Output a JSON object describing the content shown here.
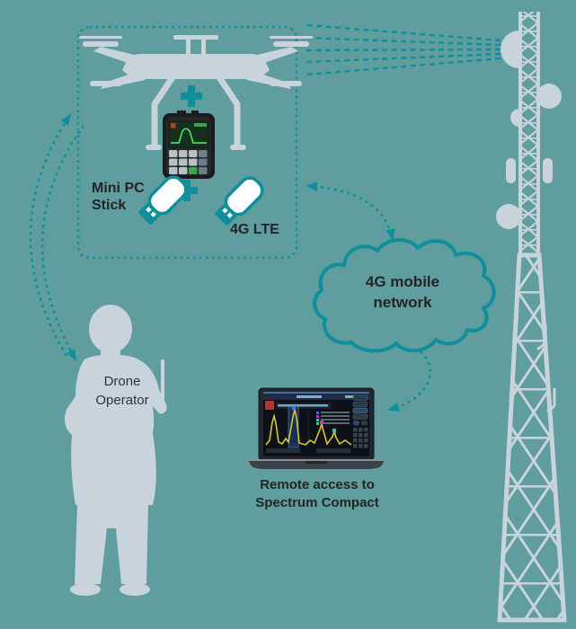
{
  "scene": {
    "drone_kit": {
      "mini_pc_stick_label": "Mini PC\nStick",
      "lte_label": "4G LTE"
    },
    "network_cloud": {
      "label": "4G mobile\nnetwork"
    },
    "operator": {
      "label": "Drone\nOperator"
    },
    "laptop": {
      "caption": "Remote access to\nSpectrum Compact"
    }
  },
  "icons": {
    "plus": "+",
    "drone": "hexacopter-drone",
    "spectrum_compact": "handheld-spectrum-analyzer",
    "usb_stick": "usb-dongle",
    "cell_tower": "lattice-cell-tower",
    "cloud": "network-cloud-outline",
    "person": "drone-operator-silhouette",
    "laptop": "laptop-with-spectrum-app"
  },
  "colors": {
    "background": "#5f9d9e",
    "accent_teal": "#0f8f9b",
    "silhouette_gray": "#c9d3db",
    "text_dark": "#242424",
    "trace_yellow": "#d4c837",
    "screen_green": "#35a84b",
    "alert_red": "#c23b30"
  }
}
